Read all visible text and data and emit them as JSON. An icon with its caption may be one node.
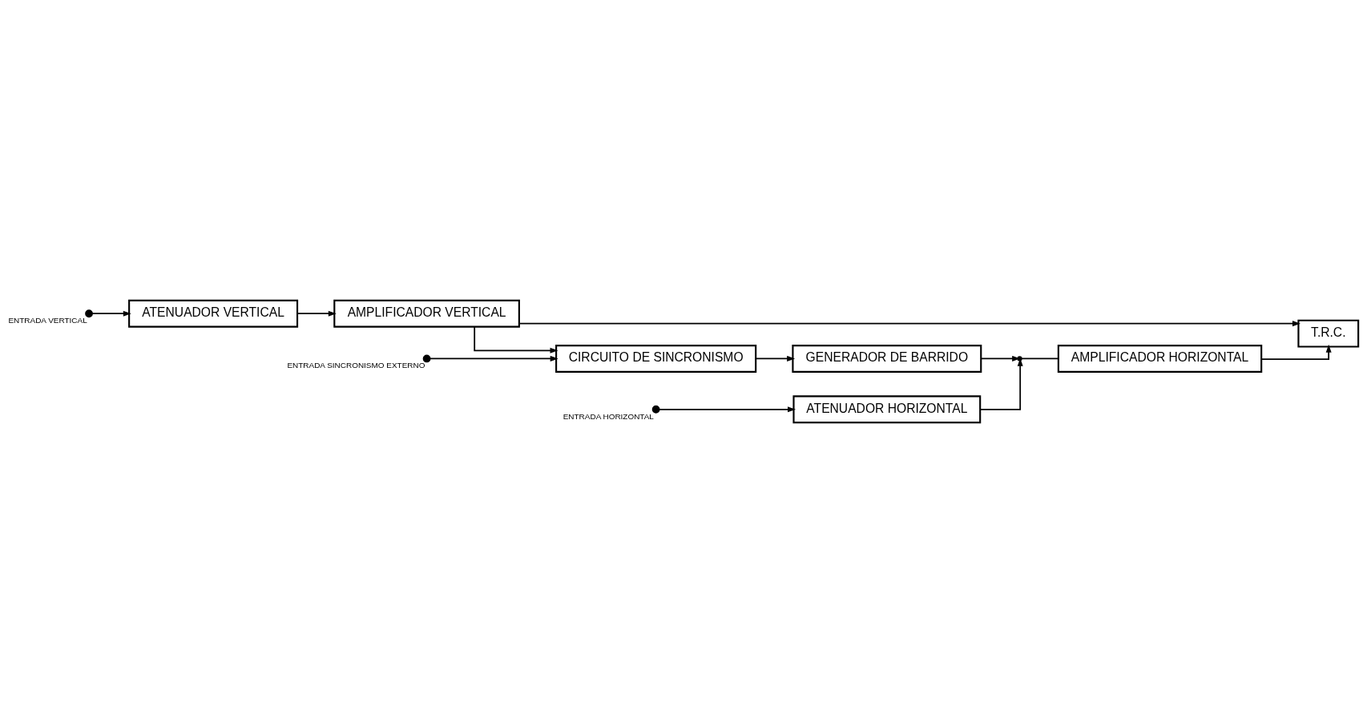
{
  "diagram": {
    "nodes": [
      {
        "text": [],
        "shape": "circle",
        "beside": [
          "ENTRADA VERTICAL"
        ]
      },
      {
        "text": [
          "ATENUADOR VERTICAL"
        ]
      },
      {
        "text": [
          "AMPLIFICADOR VERTICAL"
        ]
      },
      {
        "text": [
          "T.R.C."
        ]
      },
      {
        "text": [],
        "shape": "circle",
        "beside": [
          "ENTRADA HORIZONTAL"
        ]
      },
      {
        "text": [
          "ATENUADOR HORIZONTAL"
        ]
      },
      {
        "text": [],
        "shape": "switch"
      },
      {
        "text": [
          "AMPLIFICADOR HORIZONTAL"
        ]
      },
      {
        "text": [
          "GENERADOR DE BARRIDO"
        ]
      },
      {
        "text": [],
        "shape": "circle",
        "beside": [
          "ENTRADA SINCRONISMO EXTERNO"
        ]
      },
      {
        "text": [
          "CIRCUITO DE SINCRONISMO"
        ]
      }
    ],
    "edges": [
      {
        "from": 0,
        "to": 1,
        "arrow": "to"
      },
      {
        "from": 1,
        "to": 2,
        "arrow": "to"
      },
      {
        "from": 2,
        "to": 3,
        "arrow": "to"
      },
      {
        "from": 2,
        "to": 10,
        "arrow": "to"
      },
      {
        "from": 4,
        "to": 5,
        "arrow": "to"
      },
      {
        "from": 5,
        "to": 6,
        "arrow": "to"
      },
      {
        "from": 8,
        "to": 6,
        "arrow": "to"
      },
      {
        "from": 6,
        "to": 7,
        "arrow": "none"
      },
      {
        "from": 7,
        "to": 3,
        "arrow": "to"
      },
      {
        "from": 9,
        "to": 10,
        "arrow": "to"
      },
      {
        "from": 10,
        "to": 8,
        "arrow": "to"
      }
    ]
  }
}
